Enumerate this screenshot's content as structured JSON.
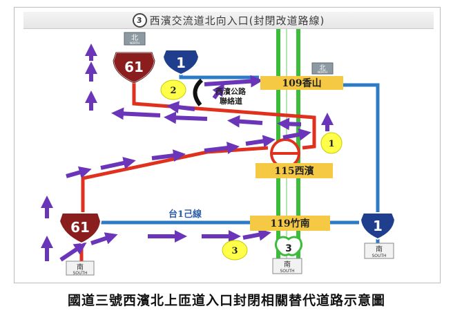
{
  "banner": {
    "icon": "3",
    "title": "西濱交流道北向入口(封閉改道路線)"
  },
  "caption": "國道三號西濱北上匝道入口封閉相關替代道路示意圖",
  "route_shields": {
    "r61_top": "61",
    "r1_top": "1",
    "r61_bottom": "61",
    "r1_bottom": "1",
    "freeway3": "3"
  },
  "direction_signs": {
    "north_top_left": {
      "zh": "北",
      "en": "NORTH"
    },
    "north_top_right": {
      "zh": "北",
      "en": "NORTH"
    },
    "south_bottom_left": {
      "zh": "南",
      "en": "SOUTH"
    },
    "south_bottom_mid": {
      "zh": "南",
      "en": "SOUTH"
    },
    "south_bottom_right": {
      "zh": "南",
      "en": "SOUTH"
    }
  },
  "interchange_labels": {
    "xiangshan": "109香山",
    "xibin": "115西濱",
    "zhunan": "119竹南"
  },
  "road_labels": {
    "connector_line1": "西濱公路",
    "connector_line2": "聯絡道",
    "tai1ji": "台1己線"
  },
  "route_markers": [
    "1",
    "2",
    "3"
  ],
  "colors": {
    "freeway_green": "#3dbb3a",
    "route61_red": "#e0311f",
    "route1_blue": "#2d7bc4",
    "detour_purple": "#6a35b8",
    "label_yellow": "#f6c945",
    "marker_yellow": "#ffff4a"
  }
}
